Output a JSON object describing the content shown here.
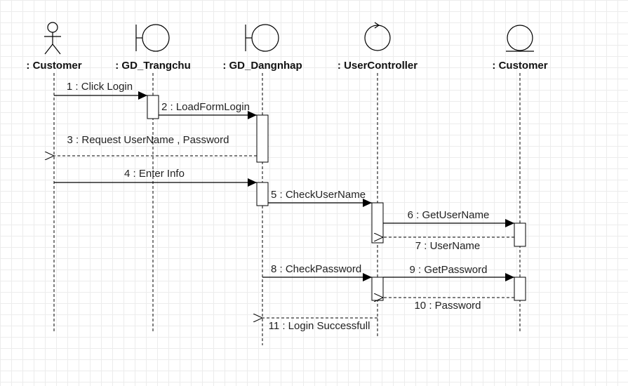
{
  "diagram": {
    "participants": [
      {
        "id": "customer-actor",
        "name": ": Customer",
        "kind": "actor"
      },
      {
        "id": "gd-trangchu",
        "name": ": GD_Trangchu",
        "kind": "boundary"
      },
      {
        "id": "gd-dangnhap",
        "name": ": GD_Dangnhap",
        "kind": "boundary"
      },
      {
        "id": "user-controller",
        "name": ": UserController",
        "kind": "control"
      },
      {
        "id": "customer-entity",
        "name": ": Customer",
        "kind": "entity"
      }
    ],
    "messages": [
      {
        "label": "1 : Click Login",
        "from": 0,
        "to": 1,
        "type": "sync"
      },
      {
        "label": "2 : LoadFormLogin",
        "from": 1,
        "to": 2,
        "type": "sync"
      },
      {
        "label": "3 : Request UserName , Password",
        "from": 2,
        "to": 0,
        "type": "return"
      },
      {
        "label": "4 : Enter Info",
        "from": 0,
        "to": 2,
        "type": "sync"
      },
      {
        "label": "5 : CheckUserName",
        "from": 2,
        "to": 3,
        "type": "sync"
      },
      {
        "label": "6 : GetUserName",
        "from": 3,
        "to": 4,
        "type": "sync"
      },
      {
        "label": "7 : UserName",
        "from": 4,
        "to": 3,
        "type": "return"
      },
      {
        "label": "8 : CheckPassword",
        "from": 2,
        "to": 3,
        "type": "sync"
      },
      {
        "label": "9 : GetPassword",
        "from": 3,
        "to": 4,
        "type": "sync"
      },
      {
        "label": "10 : Password",
        "from": 4,
        "to": 3,
        "type": "return"
      },
      {
        "label": "11 : Login Successfull",
        "from": 3,
        "to": 2,
        "type": "return"
      }
    ]
  }
}
